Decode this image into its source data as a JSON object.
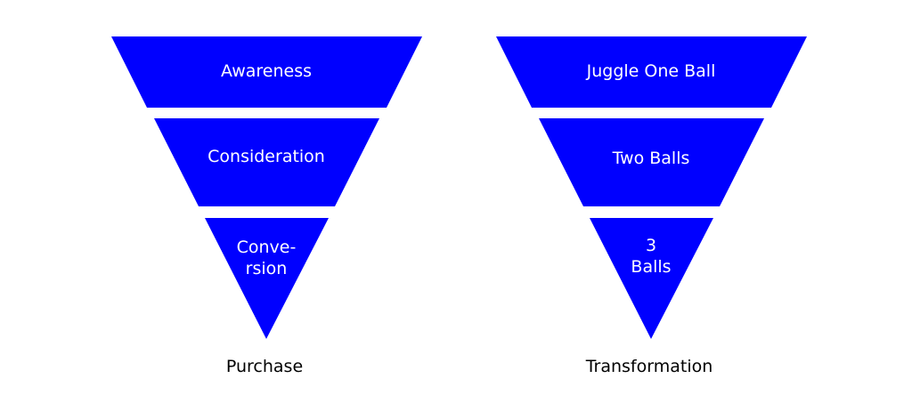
{
  "colors": {
    "stage_fill": "#0000ff",
    "stage_text": "#ffffff",
    "title_text": "#000000",
    "background": "#ffffff"
  },
  "funnels": [
    {
      "title": "Purchase",
      "stages": [
        {
          "lines": [
            "Awareness"
          ]
        },
        {
          "lines": [
            "Consideration"
          ]
        },
        {
          "lines": [
            "Conve-",
            "rsion"
          ]
        }
      ]
    },
    {
      "title": "Transformation",
      "stages": [
        {
          "lines": [
            "Juggle One Ball"
          ]
        },
        {
          "lines": [
            "Two Balls"
          ]
        },
        {
          "lines": [
            "3",
            "Balls"
          ]
        }
      ]
    }
  ]
}
